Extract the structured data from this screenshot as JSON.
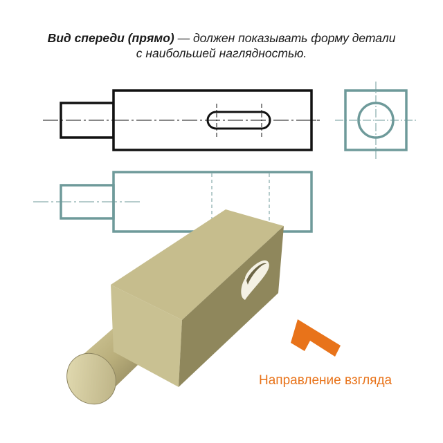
{
  "title": {
    "bold": "Вид спереди (прямо)",
    "rest_line1": " — должен показывать форму детали",
    "line2": "с наибольшей наглядностью."
  },
  "caption": "Направление взгляда",
  "colors": {
    "front_view": "#111111",
    "side_and_top_views": "#6e9a9a",
    "part_body": "#c8bf8f",
    "arrow": "#e8731a",
    "caption": "#e8731a"
  }
}
